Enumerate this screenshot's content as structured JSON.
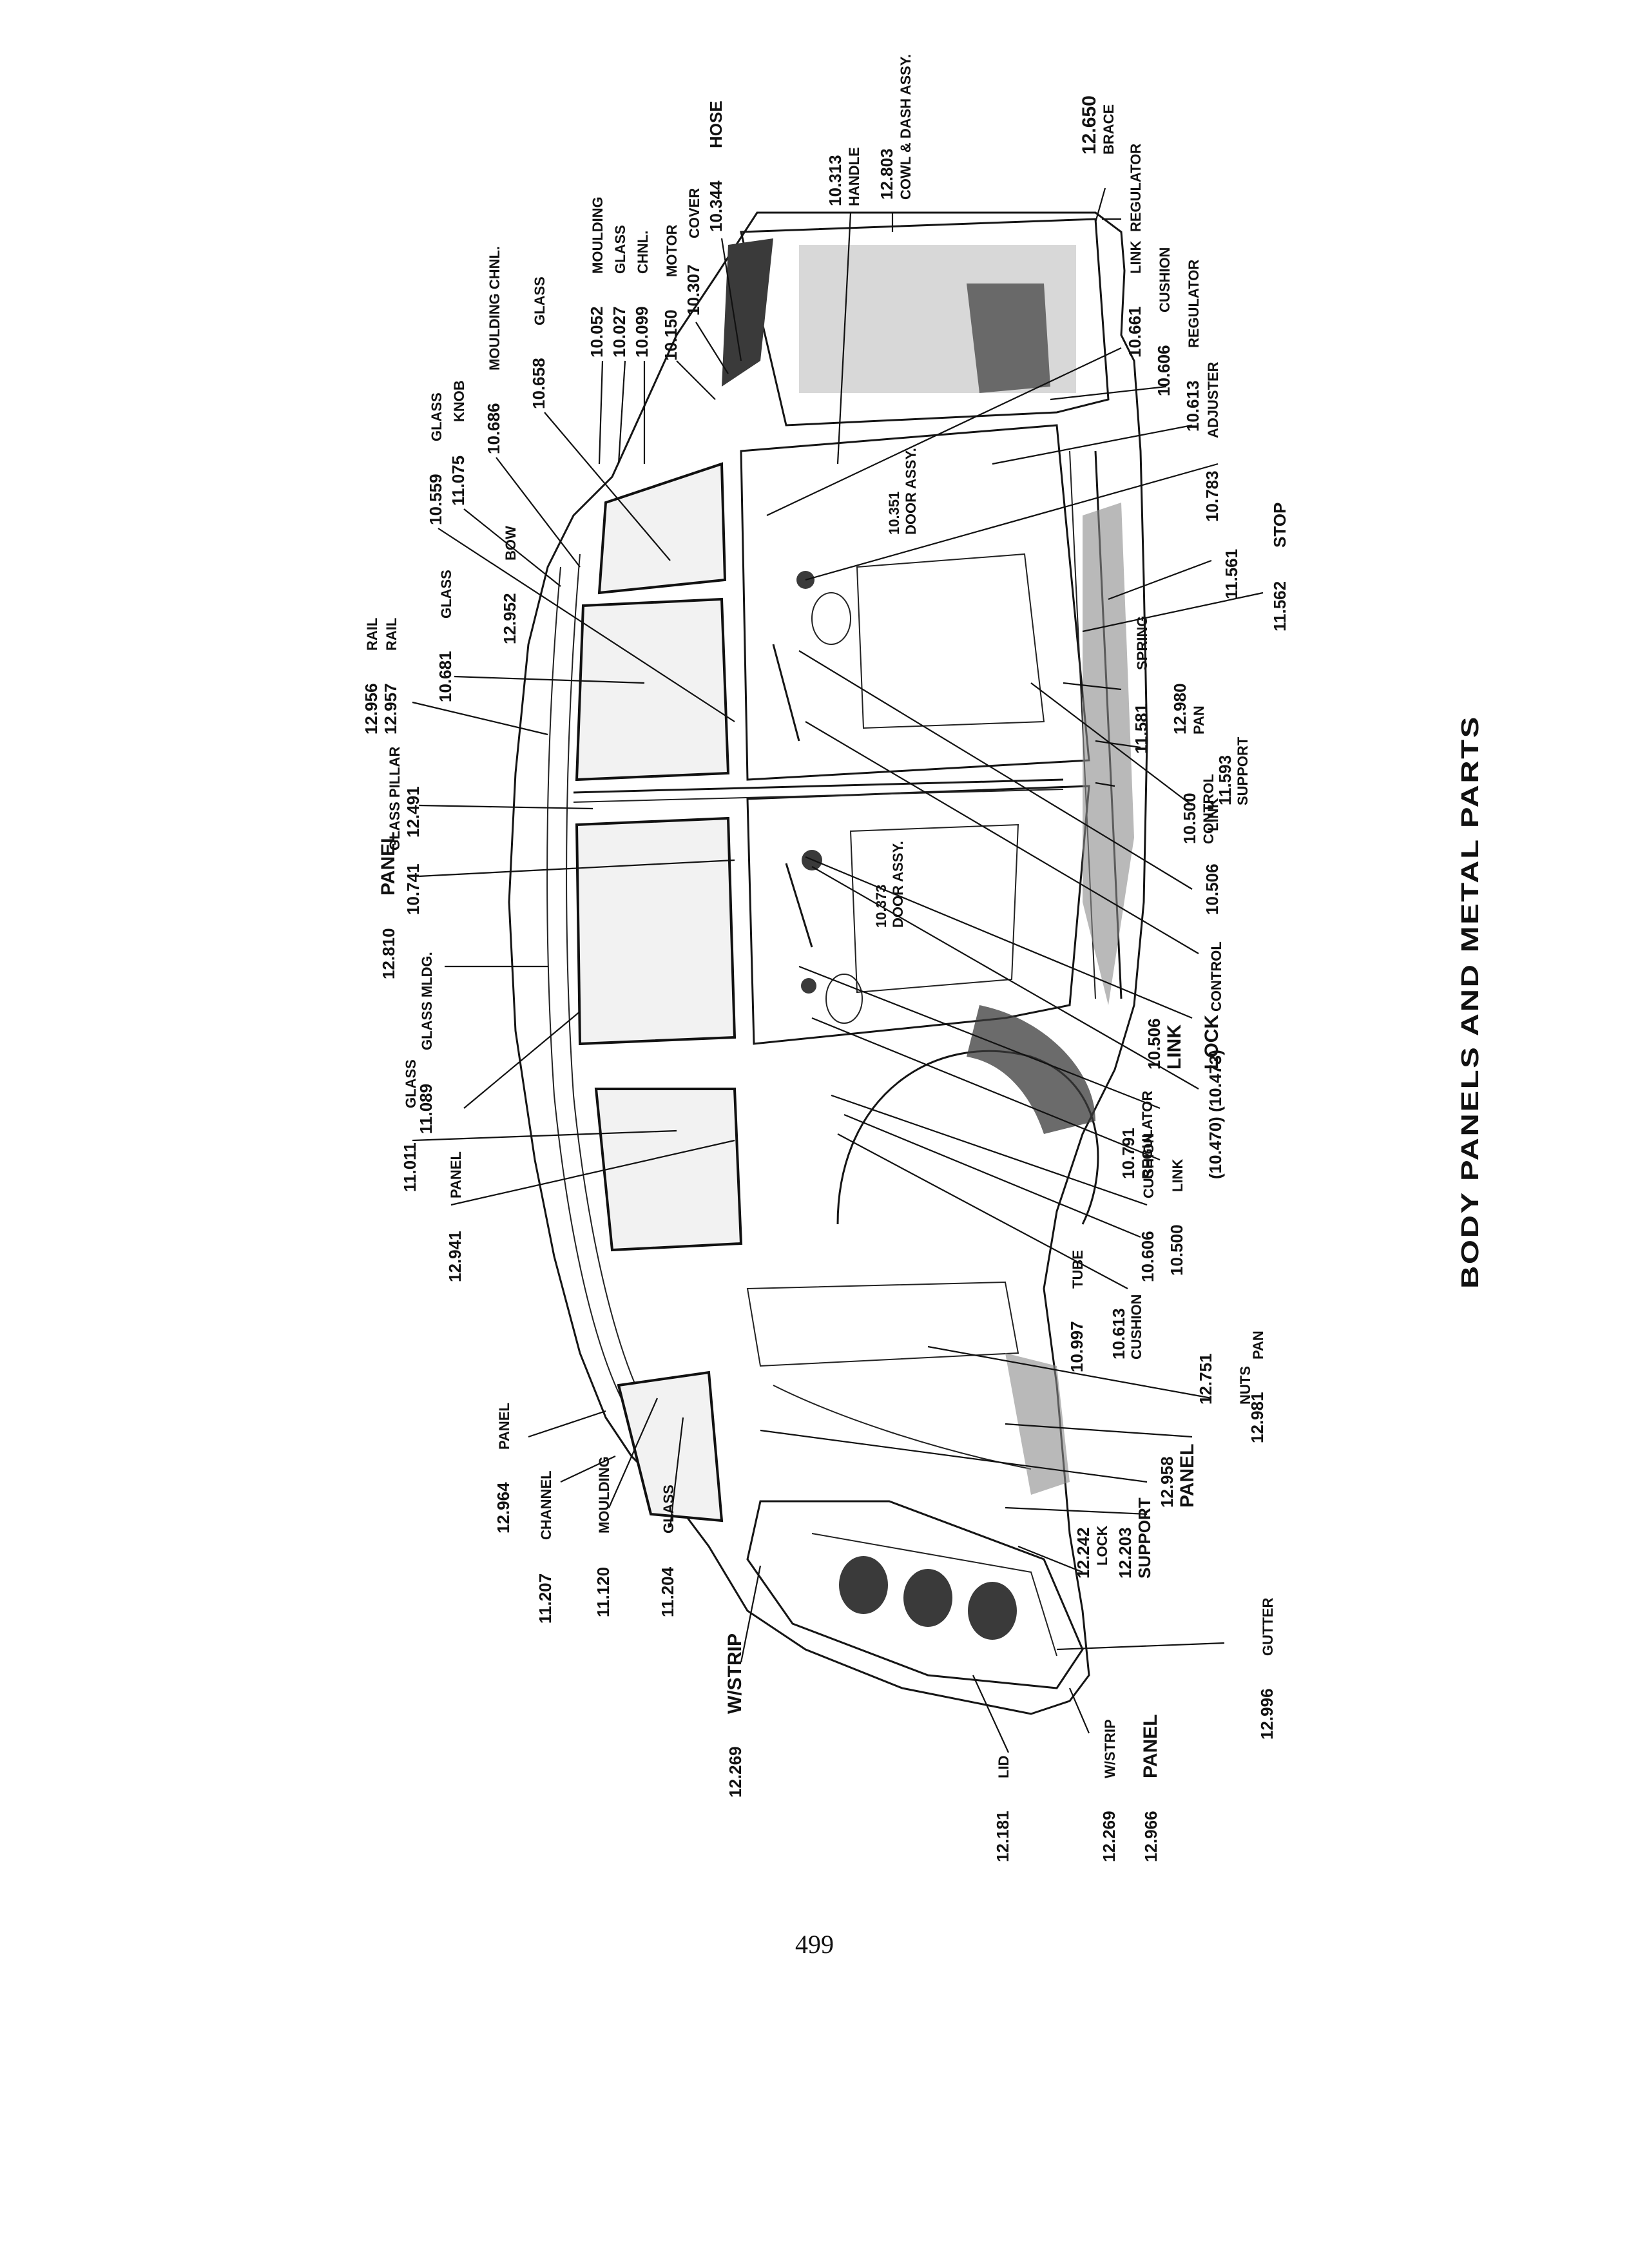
{
  "title": "BODY PANELS AND METAL PARTS",
  "page_number": "499",
  "callouts": [
    {
      "id": "c01",
      "number": "12.650",
      "text": "BRACE"
    },
    {
      "id": "c02",
      "number": "12.803",
      "text": "COWL & DASH ASSY."
    },
    {
      "id": "c03",
      "number": "10.313",
      "text": "HANDLE"
    },
    {
      "id": "c04",
      "number": "10.344",
      "text": "HOSE"
    },
    {
      "id": "c05",
      "number": "10.307",
      "text": "COVER"
    },
    {
      "id": "c06",
      "number": "10.150",
      "text": "MOTOR"
    },
    {
      "id": "c07",
      "number": "10.099",
      "text": "CHNL."
    },
    {
      "id": "c08",
      "number": "10.027",
      "text": "GLASS"
    },
    {
      "id": "c09",
      "number": "10.052",
      "text": "MOULDING"
    },
    {
      "id": "c10",
      "number": "10.658",
      "text": "GLASS"
    },
    {
      "id": "c11",
      "number": "10.686",
      "text": "MOULDING CHNL."
    },
    {
      "id": "c12",
      "number": "11.075",
      "text": "KNOB"
    },
    {
      "id": "c13",
      "number": "10.559",
      "text": "GLASS"
    },
    {
      "id": "c14",
      "number": "12.952",
      "text": "BOW"
    },
    {
      "id": "c15",
      "number": "10.681",
      "text": "GLASS"
    },
    {
      "id": "c16",
      "number": "12.956",
      "text": "RAIL"
    },
    {
      "id": "c17",
      "number": "12.957",
      "text": "RAIL"
    },
    {
      "id": "c18",
      "number": "12.491",
      "text": "GLASS PILLAR"
    },
    {
      "id": "c19",
      "number": "10.741",
      "text": ""
    },
    {
      "id": "c20",
      "number": "12.810",
      "text": "PANEL"
    },
    {
      "id": "c21",
      "number": "11.089",
      "text": "GLASS MLDG."
    },
    {
      "id": "c22",
      "number": "11.011",
      "text": "GLASS"
    },
    {
      "id": "c23",
      "number": "12.941",
      "text": "PANEL"
    },
    {
      "id": "c24",
      "number": "12.964",
      "text": "PANEL"
    },
    {
      "id": "c25",
      "number": "11.207",
      "text": "CHANNEL"
    },
    {
      "id": "c26",
      "number": "11.120",
      "text": "MOULDING"
    },
    {
      "id": "c27",
      "number": "11.204",
      "text": "GLASS"
    },
    {
      "id": "c28",
      "number": "12.269",
      "text": "W/STRIP"
    },
    {
      "id": "c29",
      "number": "12.181",
      "text": "LID"
    },
    {
      "id": "c30",
      "number": "12.269",
      "text": "W/STRIP"
    },
    {
      "id": "c31",
      "number": "12.966",
      "text": "PANEL"
    },
    {
      "id": "c32",
      "number": "12.996",
      "text": "GUTTER"
    },
    {
      "id": "c33",
      "number": "12.242",
      "text": "LOCK"
    },
    {
      "id": "c34",
      "number": "12.203",
      "text": "SUPPORT"
    },
    {
      "id": "c35",
      "number": "12.958",
      "text": "PANEL"
    },
    {
      "id": "c36",
      "number": "12.981",
      "text": "PAN"
    },
    {
      "id": "c37",
      "number": "12.751",
      "text": "NUTS"
    },
    {
      "id": "c38",
      "number": "10.997",
      "text": "TUBE"
    },
    {
      "id": "c39",
      "number": "10.613",
      "text": "CUSHION"
    },
    {
      "id": "c40",
      "number": "10.606",
      "text": "CUSHION"
    },
    {
      "id": "c41",
      "number": "10.500",
      "text": "LINK"
    },
    {
      "id": "c42",
      "number": "10.791",
      "text": "REGULATOR"
    },
    {
      "id": "c43",
      "number": "(10.470) (10.473)",
      "text": "CONTROL"
    },
    {
      "id": "c44",
      "number": "10.506",
      "text": "LINK"
    },
    {
      "id": "c45",
      "number": "",
      "text": "LOCK"
    },
    {
      "id": "c46",
      "number": "10.373",
      "text": "DOOR ASSY."
    },
    {
      "id": "c47",
      "number": "10.506",
      "text": "LINK"
    },
    {
      "id": "c48",
      "number": "10.500",
      "text": "CONTROL"
    },
    {
      "id": "c49",
      "number": "11.593",
      "text": "SUPPORT"
    },
    {
      "id": "c50",
      "number": "12.980",
      "text": "PAN"
    },
    {
      "id": "c51",
      "number": "11.581",
      "text": "SPRING"
    },
    {
      "id": "c52",
      "number": "11.562",
      "text": "STOP"
    },
    {
      "id": "c53",
      "number": "11.561",
      "text": ""
    },
    {
      "id": "c54",
      "number": "10.783",
      "text": "ADJUSTER"
    },
    {
      "id": "c55",
      "number": "10.351",
      "text": "DOOR ASSY."
    },
    {
      "id": "c56",
      "number": "10.613",
      "text": "REGULATOR"
    },
    {
      "id": "c57",
      "number": "10.606",
      "text": "CUSHION"
    },
    {
      "id": "c58",
      "number": "10.661",
      "text": "LINK"
    },
    {
      "id": "c59",
      "number": "",
      "text": "REGULATOR"
    }
  ]
}
